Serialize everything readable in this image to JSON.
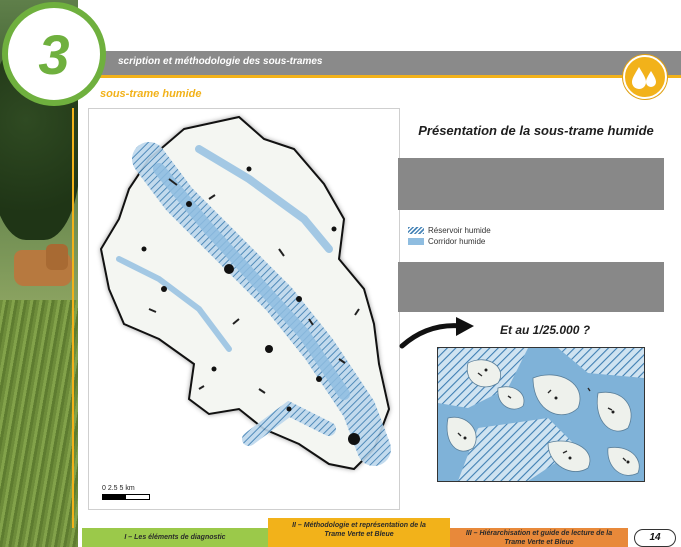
{
  "slide": {
    "section_number": "3",
    "header_title": "scription et méthodologie des sous-trames",
    "subtitle": "sous-trame humide",
    "panel_title": "Présentation de la sous-trame humide",
    "legend": [
      {
        "label": "Réservoir humide",
        "swatch": "hatched"
      },
      {
        "label": "Corridor humide",
        "swatch": "solid"
      }
    ],
    "zoom_label": "Et au 1/25.000 ?",
    "scale_label": "0   2.5   5 km",
    "page_number": "14",
    "icon": "water-drops-icon"
  },
  "footer": {
    "tab1": "I – Les éléments de diagnostic",
    "tab2": "II – Méthodologie et représentation de la Trame Verte et Bleue",
    "tab3": "III – Hiérarchisation et guide de lecture de la Trame Verte et Bleue"
  },
  "colors": {
    "accent_yellow": "#f2b21a",
    "badge_green": "#6fb03e",
    "header_gray": "#8a8a8a",
    "footer_green": "#9bc94a",
    "footer_orange": "#e8893a",
    "water_blue": "#8fbde0",
    "reservoir_hatch": "#4a86b8"
  }
}
